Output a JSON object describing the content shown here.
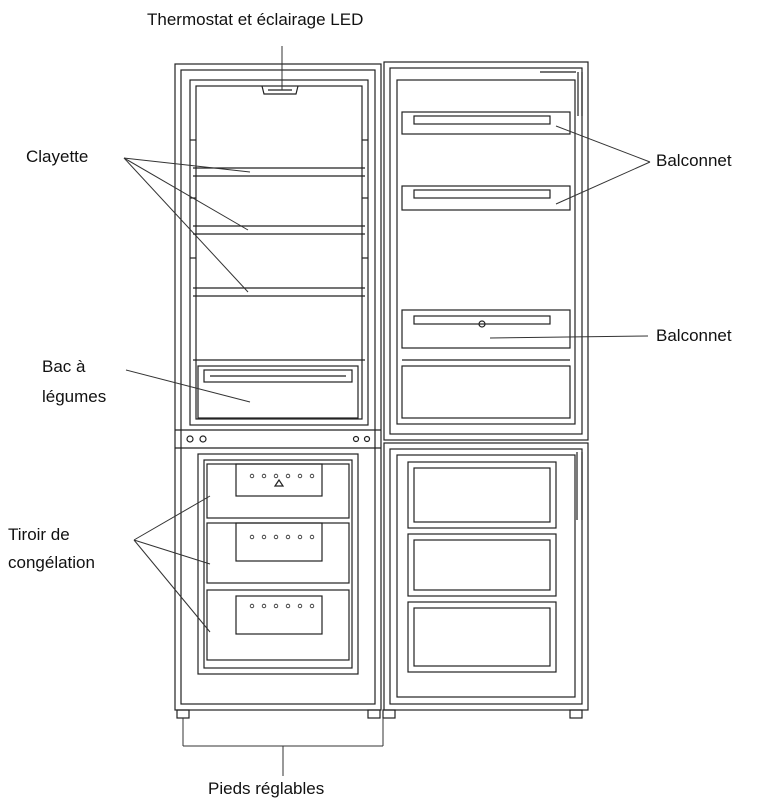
{
  "labels": {
    "thermostat": "Thermostat et éclairage LED",
    "clayette": "Clayette",
    "balconnet_top": "Balconnet",
    "balconnet_bottom": "Balconnet",
    "bac_line1": "Bac à",
    "bac_line2": "légumes",
    "tiroir_line1": "Tiroir de",
    "tiroir_line2": "congélation",
    "pieds": "Pieds réglables"
  },
  "colors": {
    "line": "#222222",
    "detail": "#555555",
    "text": "#111111"
  }
}
